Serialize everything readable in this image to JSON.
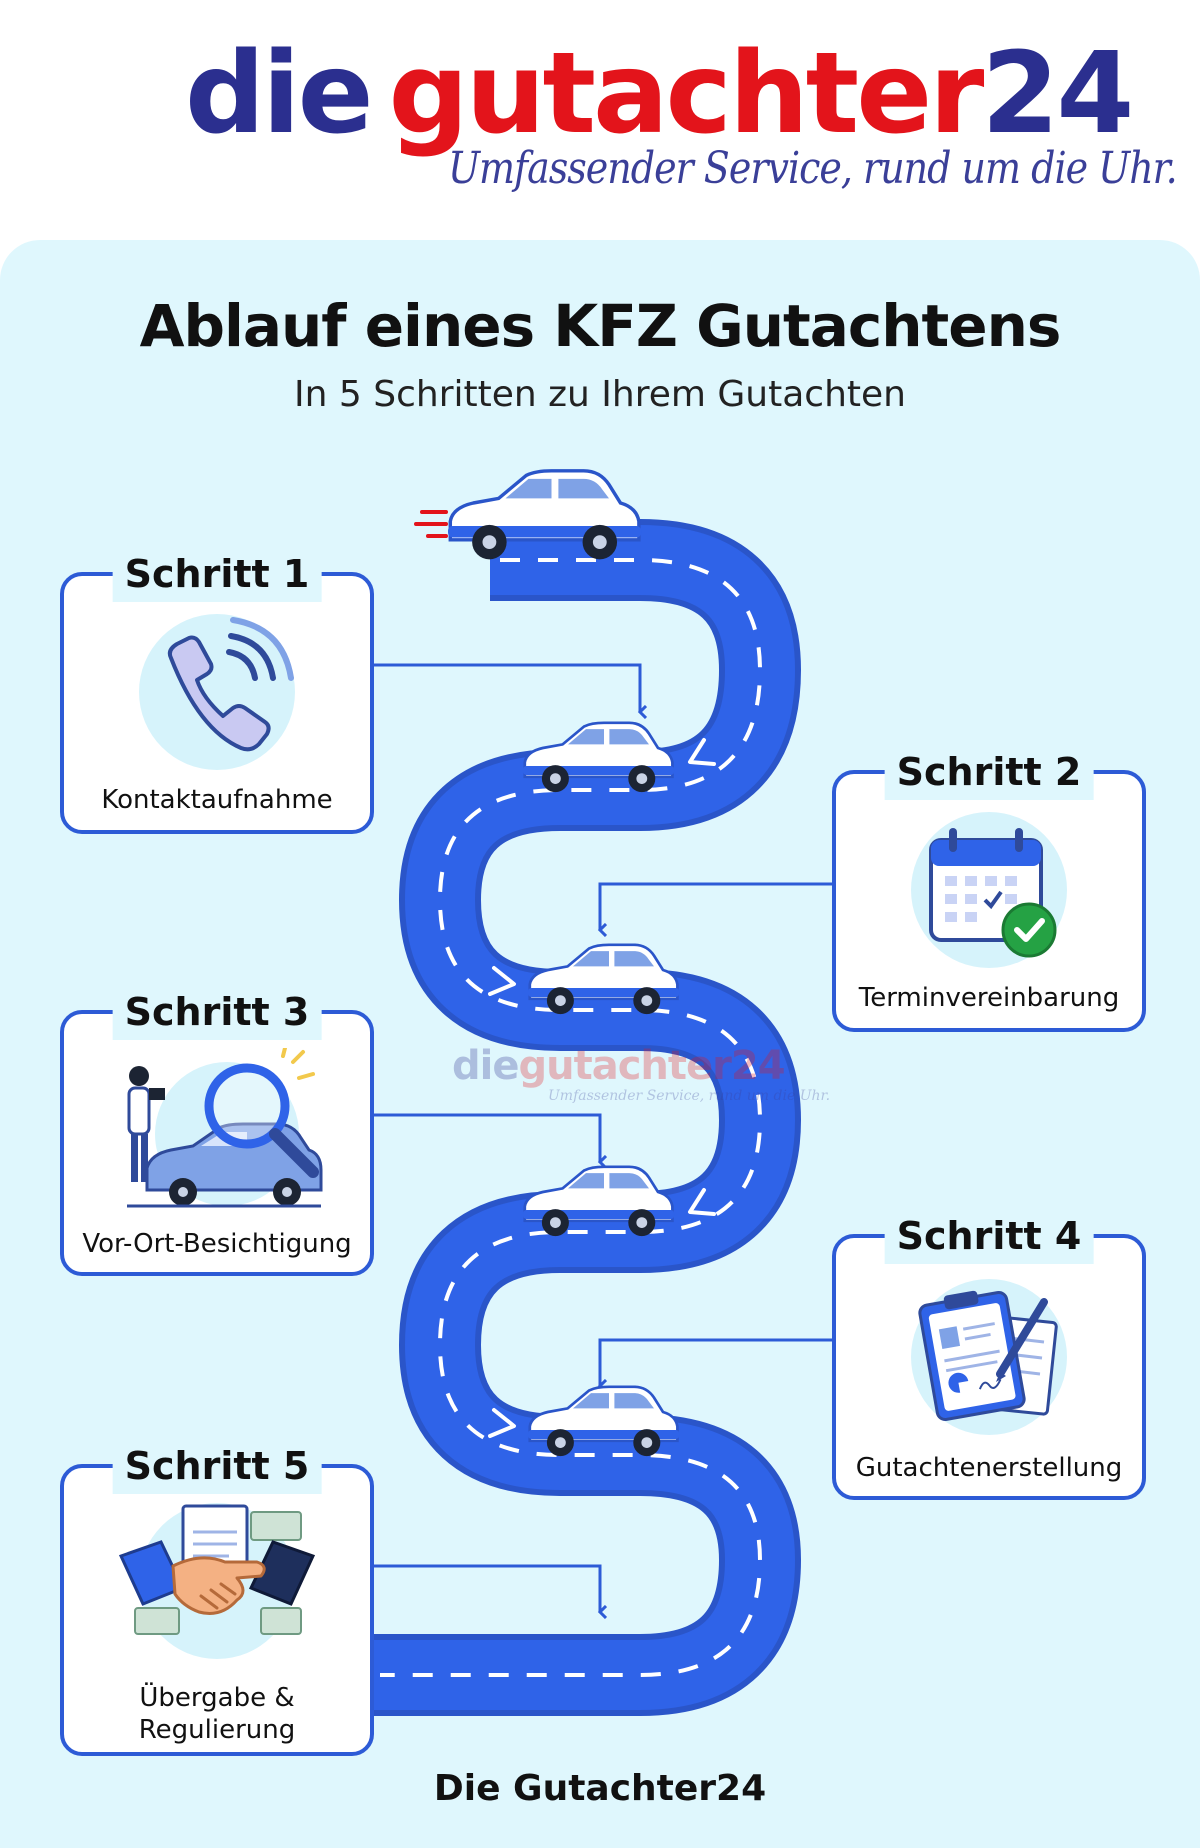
{
  "logo": {
    "part_die": "die",
    "part_gutachter": "gutachter",
    "part_number": "24",
    "slogan": "Umfassender Service, rund um die Uhr."
  },
  "title": "Ablauf eines KFZ Gutachtens",
  "subtitle": "In 5 Schritten zu Ihrem Gutachten",
  "steps": [
    {
      "title": "Schritt 1",
      "label": "Kontaktaufnahme",
      "icon": "phone-icon"
    },
    {
      "title": "Schritt 2",
      "label": "Terminvereinbarung",
      "icon": "calendar-check-icon"
    },
    {
      "title": "Schritt 3",
      "label": "Vor-Ort-Besichtigung",
      "icon": "car-inspection-icon"
    },
    {
      "title": "Schritt 4",
      "label": "Gutachtenerstellung",
      "icon": "report-clipboard-icon"
    },
    {
      "title": "Schritt 5",
      "label": "Übergabe & Regulierung",
      "icon": "handshake-icon"
    }
  ],
  "footer": "Die Gutachter24",
  "watermark": {
    "part_die": "die",
    "part_gutachter": "gutachter24",
    "slogan": "Umfassender Service, rund um die Uhr."
  },
  "colors": {
    "road": "#2f63e8",
    "road_edge": "#2a55c9",
    "card_border": "#2d5bd6",
    "panel_bg": "#dff7fd",
    "brand_blue": "#2b2f8f",
    "brand_red": "#e3141b"
  }
}
